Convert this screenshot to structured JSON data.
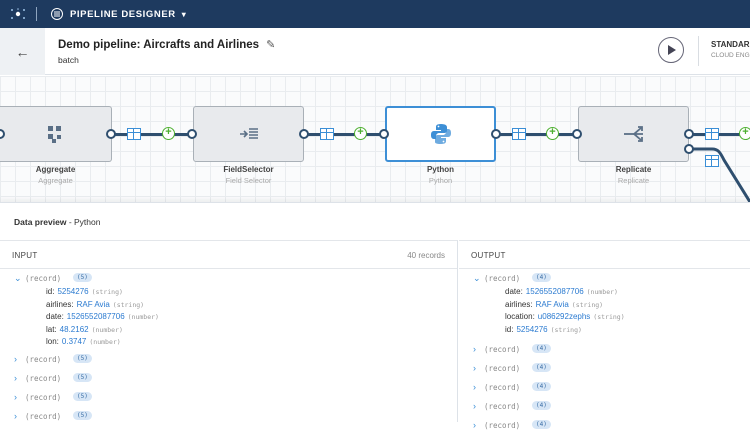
{
  "topbar": {
    "app_name": "PIPELINE DESIGNER",
    "logo_icon": "talend-logo-icon",
    "caret": "▾"
  },
  "header": {
    "back_icon": "←",
    "title": "Demo pipeline: Aircrafts and Airlines",
    "edit_icon": "✎",
    "subtitle": "batch",
    "engine_name": "STANDARD",
    "engine_desc": "CLOUD ENG"
  },
  "pipeline": {
    "nodes": [
      {
        "label": "Aggregate",
        "sub": "Aggregate",
        "icon": "aggregate-icon",
        "selected": false
      },
      {
        "label": "FieldSelector",
        "sub": "Field Selector",
        "icon": "field-selector-icon",
        "selected": false
      },
      {
        "label": "Python",
        "sub": "Python",
        "icon": "python-icon",
        "selected": true
      },
      {
        "label": "Replicate",
        "sub": "Replicate",
        "icon": "replicate-icon",
        "selected": false
      }
    ]
  },
  "preview": {
    "title_bold": "Data preview",
    "title_rest": " - Python"
  },
  "input": {
    "header": "INPUT",
    "count": "40 records",
    "expanded": {
      "label": "(record)",
      "badge": "(5)",
      "fields": [
        {
          "key": "id:",
          "value": "5254276",
          "type": "(string)"
        },
        {
          "key": "airlines:",
          "value": "RAF Avia",
          "type": "(string)"
        },
        {
          "key": "date:",
          "value": "1526552087706",
          "type": "(number)"
        },
        {
          "key": "lat:",
          "value": "48.2162",
          "type": "(number)"
        },
        {
          "key": "lon:",
          "value": "0.3747",
          "type": "(number)"
        }
      ]
    },
    "collapsed": [
      {
        "label": "(record)",
        "badge": "(5)"
      },
      {
        "label": "(record)",
        "badge": "(5)"
      },
      {
        "label": "(record)",
        "badge": "(5)"
      },
      {
        "label": "(record)",
        "badge": "(5)"
      }
    ]
  },
  "output": {
    "header": "OUTPUT",
    "expanded": {
      "label": "(record)",
      "badge": "(4)",
      "fields": [
        {
          "key": "date:",
          "value": "1526552087706",
          "type": "(number)"
        },
        {
          "key": "airlines:",
          "value": "RAF Avia",
          "type": "(string)"
        },
        {
          "key": "location:",
          "value": "u086292zephs",
          "type": "(string)"
        },
        {
          "key": "id:",
          "value": "5254276",
          "type": "(string)"
        }
      ]
    },
    "collapsed": [
      {
        "label": "(record)",
        "badge": "(4)"
      },
      {
        "label": "(record)",
        "badge": "(4)"
      },
      {
        "label": "(record)",
        "badge": "(4)"
      },
      {
        "label": "(record)",
        "badge": "(4)"
      },
      {
        "label": "(record)",
        "badge": "(4)"
      }
    ]
  }
}
